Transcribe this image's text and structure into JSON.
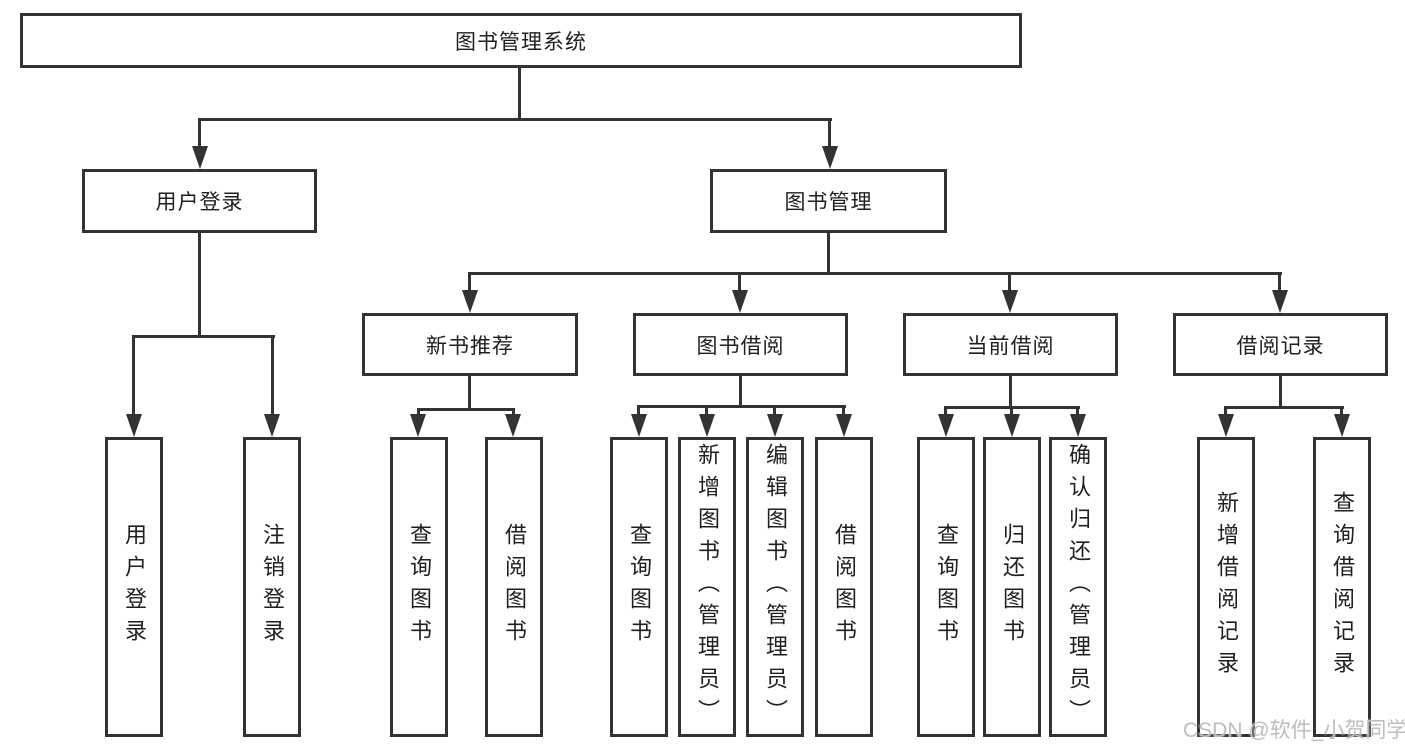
{
  "diagram": {
    "root": {
      "label": "图书管理系统"
    },
    "branches": [
      {
        "label": "用户登录",
        "children": [
          {
            "label": "用户登录"
          },
          {
            "label": "注销登录"
          }
        ]
      },
      {
        "label": "图书管理",
        "children": [
          {
            "label": "新书推荐",
            "children": [
              {
                "label": "查询图书"
              },
              {
                "label": "借阅图书"
              }
            ]
          },
          {
            "label": "图书借阅",
            "children": [
              {
                "label": "查询图书"
              },
              {
                "label": "新增图书（管理员）"
              },
              {
                "label": "编辑图书（管理员）"
              },
              {
                "label": "借阅图书"
              }
            ]
          },
          {
            "label": "当前借阅",
            "children": [
              {
                "label": "查询图书"
              },
              {
                "label": "归还图书"
              },
              {
                "label": "确认归还（管理员）"
              }
            ]
          },
          {
            "label": "借阅记录",
            "children": [
              {
                "label": "新增借阅记录"
              },
              {
                "label": "查询借阅记录"
              }
            ]
          }
        ]
      }
    ]
  },
  "watermark": {
    "text": "CSDN @软件_小贺同学"
  },
  "colors": {
    "line": "#333333",
    "text": "#1f1f1f",
    "background": "#ffffff",
    "watermark": "#bdbdbd"
  }
}
